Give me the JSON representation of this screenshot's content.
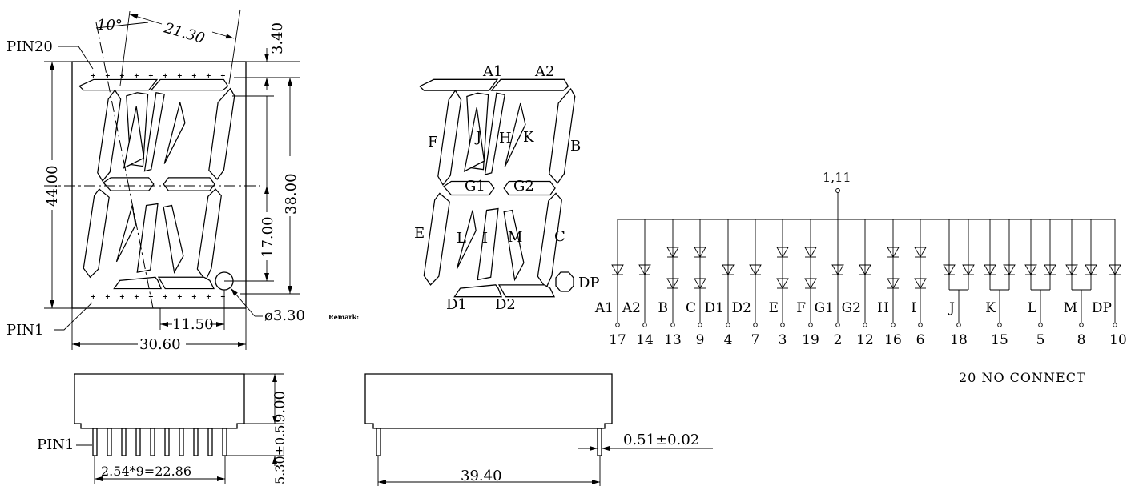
{
  "front_view": {
    "pin20_label": "PIN20",
    "pin1_label": "PIN1",
    "angle_label": "10°",
    "dim_top_width": "21.30",
    "dim_top_offset": "3.40",
    "dim_height": "44.00",
    "dim_digit_height": "38.00",
    "dim_half_height": "17.00",
    "dim_dp_offset": "11.50",
    "dim_width": "30.60",
    "dp_diameter": "ø3.30",
    "remark_label": "Remark:"
  },
  "side_view": {
    "pin1_label": "PIN1",
    "dim_body_height": "9.00",
    "dim_pin_length": "5.30±0.5",
    "dim_pin_pitch": "2.54*9=22.86"
  },
  "end_view": {
    "dim_pin_width": "0.51±0.02",
    "dim_length": "39.40"
  },
  "segment_view": {
    "labels": [
      "A1",
      "A2",
      "B",
      "C",
      "D1",
      "D2",
      "E",
      "F",
      "G1",
      "G2",
      "H",
      "I",
      "J",
      "K",
      "L",
      "M",
      "DP"
    ]
  },
  "schematic": {
    "common_pins": "1,11",
    "segments": [
      "A1",
      "A2",
      "B",
      "C",
      "D1",
      "D2",
      "E",
      "F",
      "G1",
      "G2",
      "H",
      "I",
      "J",
      "K",
      "L",
      "M",
      "DP"
    ],
    "pins": [
      "17",
      "14",
      "13",
      "9",
      "4",
      "7",
      "3",
      "19",
      "2",
      "12",
      "16",
      "6",
      "18",
      "15",
      "5",
      "8",
      "10"
    ],
    "no_connect_note": "20 NO CONNECT"
  }
}
